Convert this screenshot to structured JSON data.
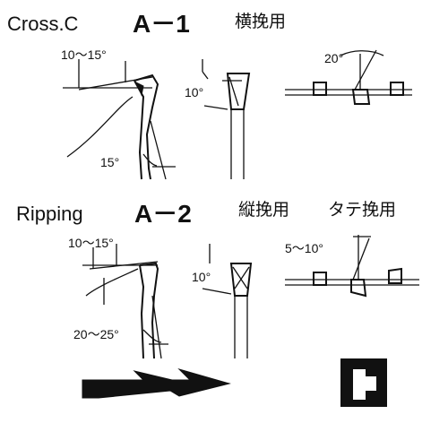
{
  "section1": {
    "english_label": "Cross.C",
    "code": "A－1",
    "japanese_label": "横挽用",
    "angle_top": "10～15°",
    "angle_side": "15°",
    "angle_bevel": "10°",
    "angle_set": "20°"
  },
  "section2": {
    "english_label": "Ripping",
    "code": "A－2",
    "japanese_label": "縦挽用",
    "japanese_label_2": "タテ挽用",
    "angle_top": "10～15°",
    "angle_side": "20～25°",
    "angle_bevel": "10°",
    "angle_set": "5～10°"
  },
  "icons": {
    "saw_profile": "saw-tooth-silhouette-icon",
    "logo": "company-logo-icon"
  }
}
